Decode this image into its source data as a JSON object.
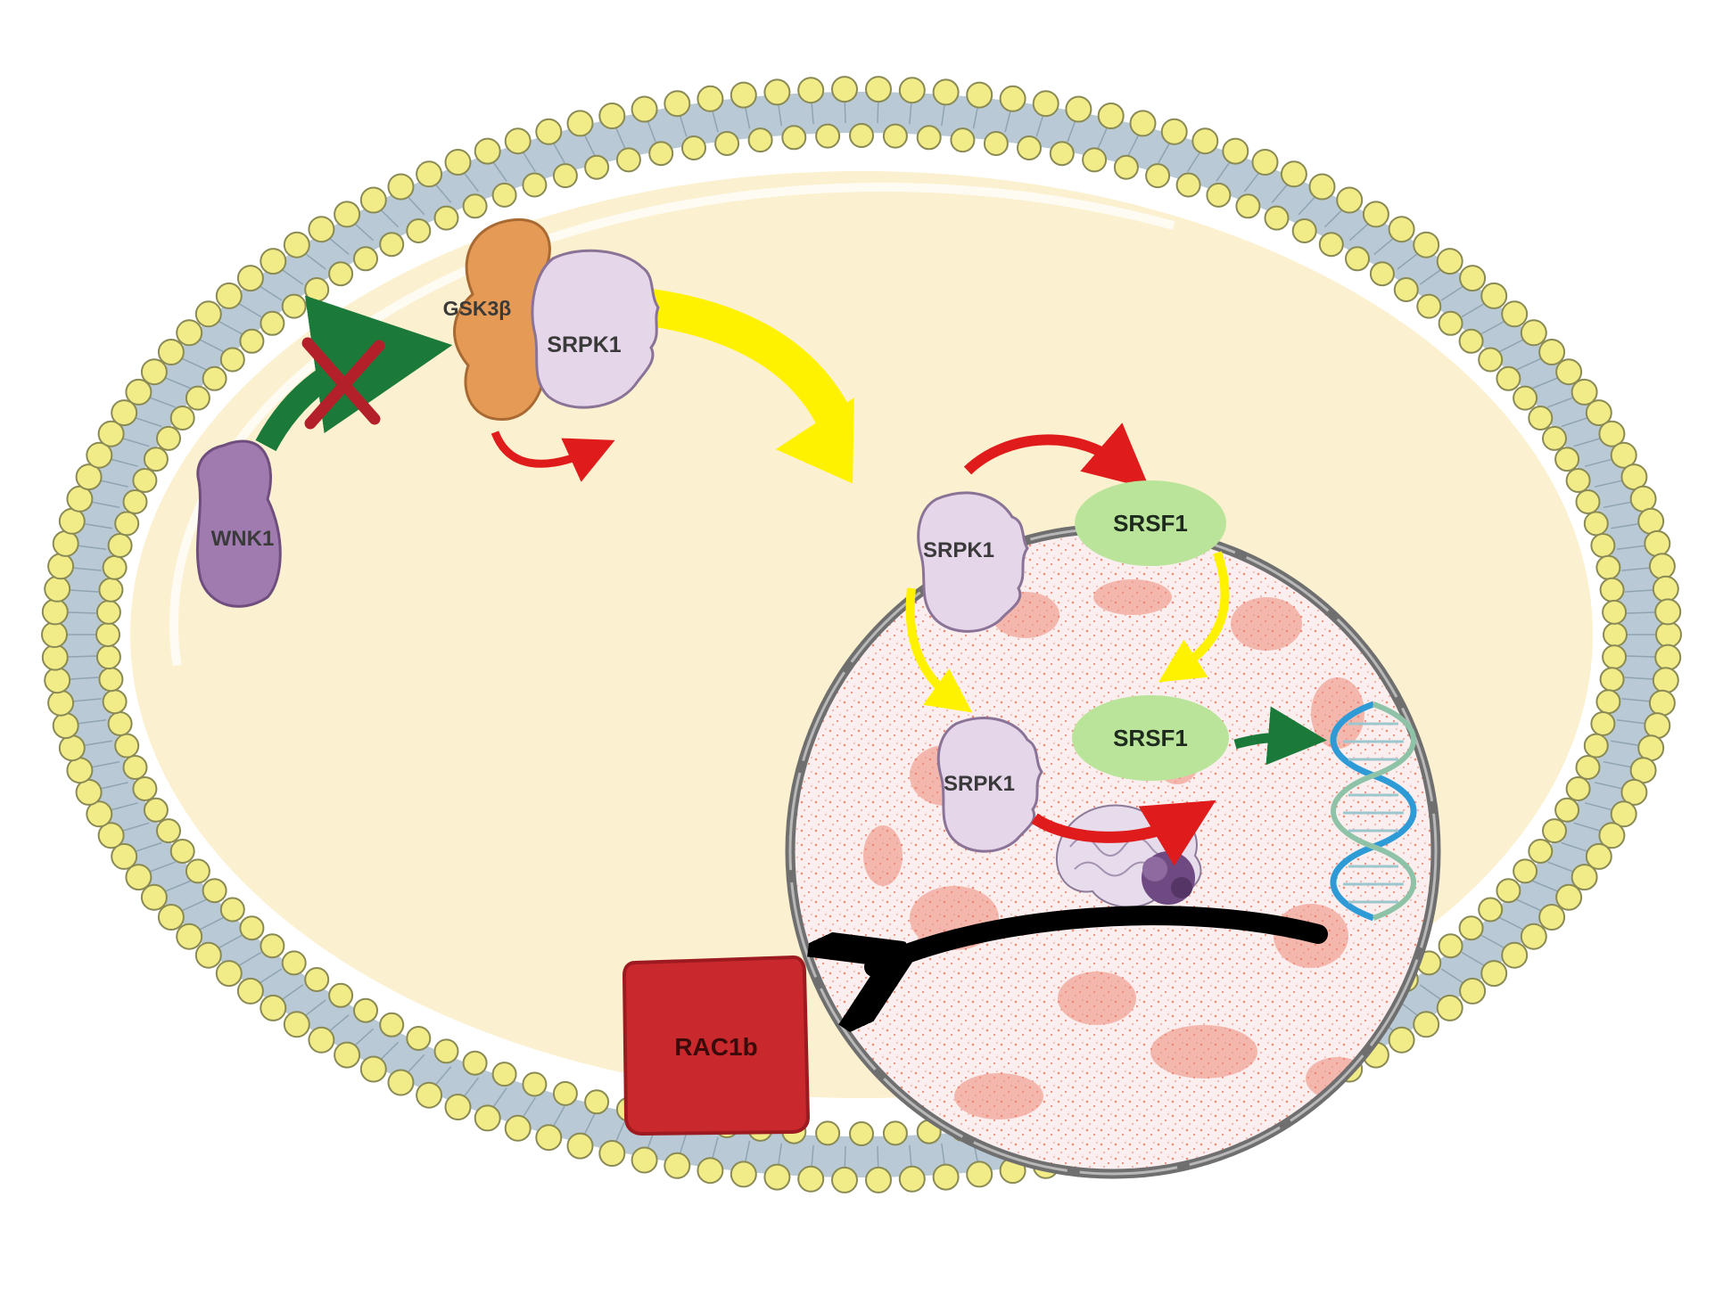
{
  "labels": {
    "wnk1": "WNK1",
    "gsk3b": "GSK3β",
    "srpk1_cytoplasm": "SRPK1",
    "srpk1_nuclear_envelope": "SRPK1",
    "srpk1_nucleus": "SRPK1",
    "srsf1_top": "SRSF1",
    "srsf1_bottom": "SRSF1",
    "rac1b": "RAC1b"
  },
  "colors": {
    "membrane_head": "#f2ec88",
    "membrane_head_stroke": "#8a8a55",
    "membrane_tail": "#b9cad6",
    "cytoplasm": "#fbf0cf",
    "nucleus_fill": "#fbeeee",
    "nucleus_speckle": "#ef8a78",
    "nuclear_envelope": "#6f6f6f",
    "wnk1": "#a07bb0",
    "gsk3b": "#e59a56",
    "srpk1": "#e6d6ea",
    "srsf1": "#b9e49a",
    "rac1b": "#c9282d",
    "arrow_red": "#e01b1b",
    "arrow_yellow": "#fff200",
    "arrow_green": "#1b7a3a",
    "arrow_black": "#000000",
    "inhibition_cross": "#b3202a",
    "dna_strand_a": "#2e9bd6",
    "dna_strand_b": "#8fc3a8"
  },
  "icons": {
    "inhibition": "cross-icon",
    "dna": "dna-helix-icon",
    "protein_complex": "protein-blob-icon"
  }
}
